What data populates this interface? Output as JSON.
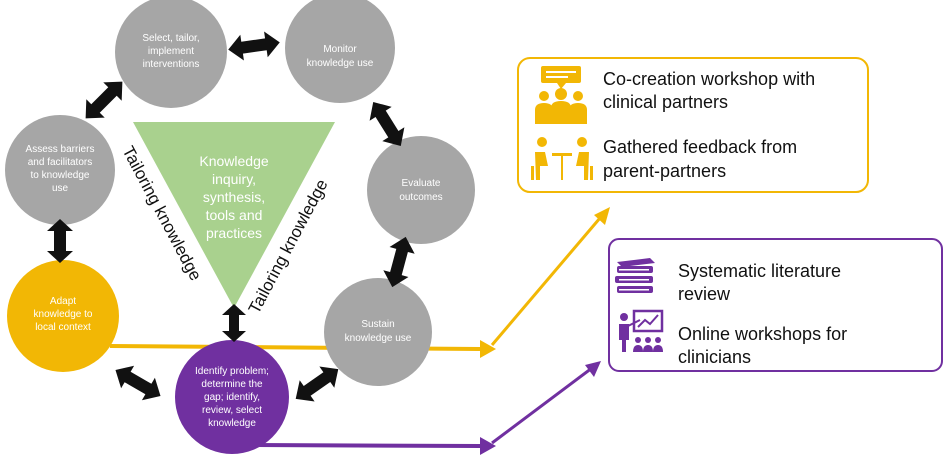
{
  "cycle": {
    "select": [
      "Select, tailor,",
      "implement",
      "interventions"
    ],
    "monitor": [
      "Monitor",
      "knowledge use"
    ],
    "evaluate": [
      "Evaluate",
      "outcomes"
    ],
    "sustain": [
      "Sustain",
      "knowledge use"
    ],
    "identify": [
      "Identify problem;",
      "determine the",
      "gap; identify,",
      "review, select",
      "knowledge"
    ],
    "adapt": [
      "Adapt",
      "knowledge to",
      "local context"
    ],
    "assess": [
      "Assess barriers",
      "and facilitators",
      "to knowledge",
      "use"
    ]
  },
  "funnel": {
    "lines": [
      "Knowledge",
      "inquiry,",
      "synthesis,",
      "tools and",
      "practices"
    ],
    "left_label": "Tailoring knowledge",
    "right_label": "Tailoring knowledge"
  },
  "yellow_box": {
    "item1": [
      "Co-creation workshop with",
      "clinical partners"
    ],
    "item2": [
      "Gathered feedback from",
      "parent-partners"
    ]
  },
  "purple_box": {
    "item1": [
      "Systematic literature",
      "review"
    ],
    "item2": [
      "Online workshops for",
      "clinicians"
    ]
  },
  "colors": {
    "grey": "#a6a6a6",
    "yellow": "#f2b705",
    "purple": "#7030a0",
    "green": "#a9d18e"
  }
}
